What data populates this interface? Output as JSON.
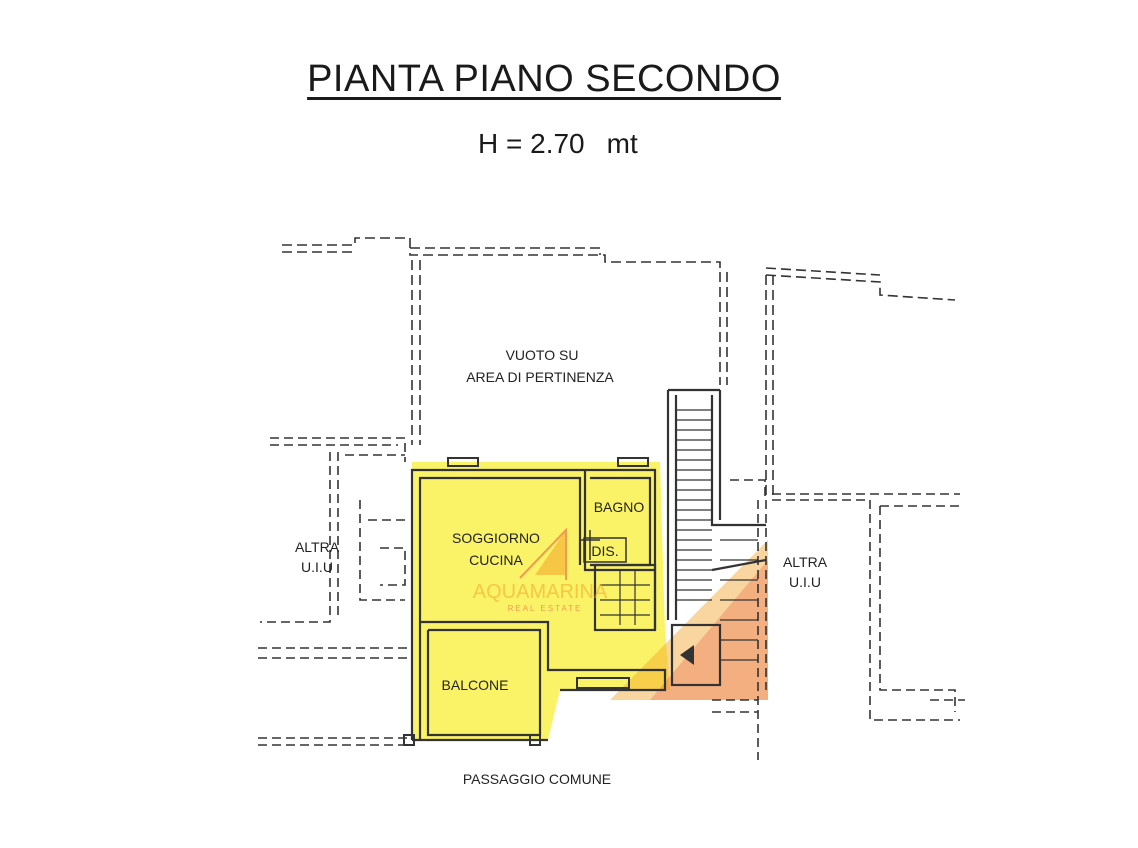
{
  "header": {
    "title": "PIANTA PIANO SECONDO",
    "height_label": "H = 2.70",
    "height_unit": "mt"
  },
  "rooms": {
    "vuoto_line1": "VUOTO SU",
    "vuoto_line2": "AREA DI PERTINENZA",
    "bagno": "BAGNO",
    "soggiorno": "SOGGIORNO",
    "cucina": "CUCINA",
    "dis": "DIS.",
    "balcone": "BALCONE",
    "altra_left_1": "ALTRA",
    "altra_left_2": "U.I.U",
    "altra_right_1": "ALTRA",
    "altra_right_2": "U.I.U",
    "passaggio": "PASSAGGIO COMUNE"
  },
  "watermark": {
    "brand": "AQUAMARINA",
    "sub": "REAL ESTATE"
  },
  "colors": {
    "highlight": "#fbf25a",
    "watermark_orange": "#f2a32b",
    "watermark_red": "#e8553a",
    "line": "#333333"
  }
}
